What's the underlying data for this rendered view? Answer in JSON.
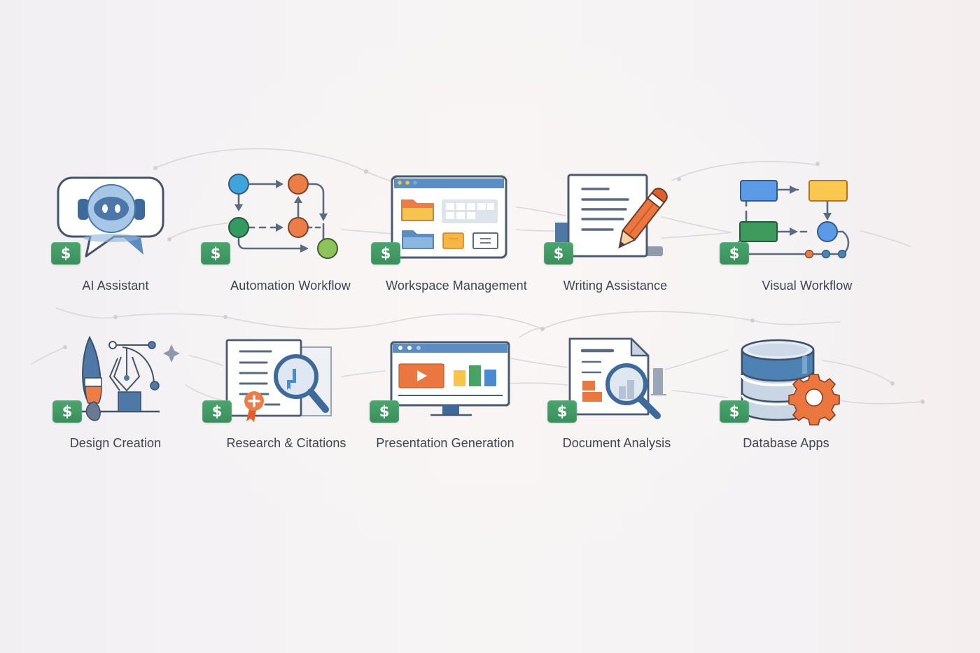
{
  "palette": {
    "outline": "#465468",
    "blue": "#4f7fb3",
    "light_blue": "#a9c6e4",
    "orange": "#e8733f",
    "yellow": "#f6c04d",
    "green": "#3f9a66",
    "lime": "#8cc45a",
    "sky": "#46a7df",
    "badge_green": "#3f9a62",
    "label_text": "#3d4450",
    "connector": "#d6d6da",
    "background": "#f5f3f4"
  },
  "badge": {
    "symbol": "$",
    "icon": "dollar-icon"
  },
  "rows": [
    {
      "tiles": [
        {
          "id": "ai-assistant",
          "label": "AI Assistant",
          "icon": "robot-chat-icon"
        },
        {
          "id": "automation-workflow",
          "label": "Automation Workflow",
          "icon": "flow-nodes-icon"
        },
        {
          "id": "workspace-management",
          "label": "Workspace Management",
          "icon": "app-window-folders-icon"
        },
        {
          "id": "writing-assistance",
          "label": "Writing Assistance",
          "icon": "document-pencil-icon"
        },
        {
          "id": "visual-workflow",
          "label": "Visual Workflow",
          "icon": "flowchart-icon"
        }
      ]
    },
    {
      "tiles": [
        {
          "id": "design-creation",
          "label": "Design Creation",
          "icon": "brush-pen-tool-icon"
        },
        {
          "id": "research-citations",
          "label": "Research & Citations",
          "icon": "document-magnifier-ribbon-icon"
        },
        {
          "id": "presentation-generation",
          "label": "Presentation Generation",
          "icon": "monitor-slides-icon"
        },
        {
          "id": "document-analysis",
          "label": "Document Analysis",
          "icon": "document-chart-magnifier-icon"
        },
        {
          "id": "database-apps",
          "label": "Database Apps",
          "icon": "database-gear-icon"
        }
      ]
    }
  ]
}
